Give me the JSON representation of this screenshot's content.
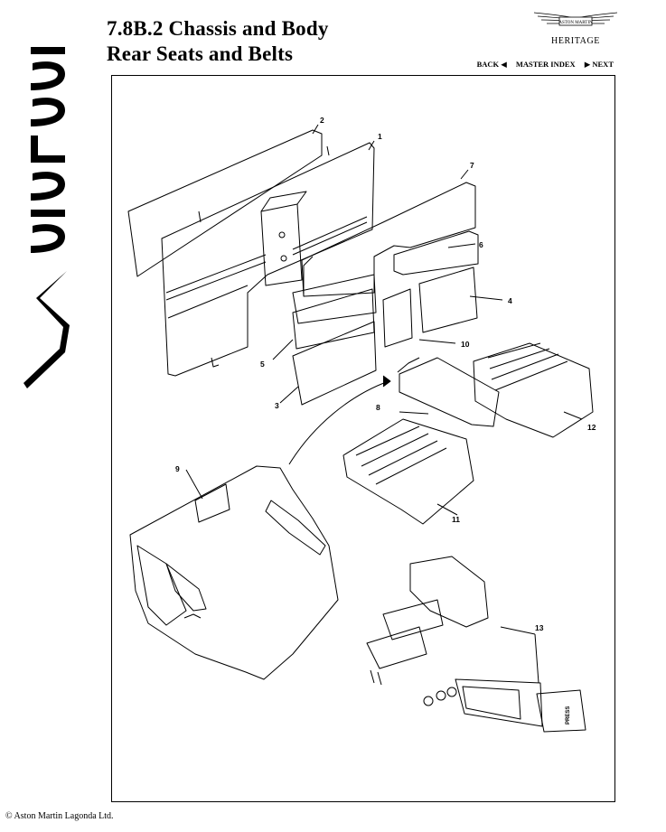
{
  "brand": {
    "script_wordmark": "Vantage"
  },
  "header": {
    "title_line1": "7.8B.2 Chassis and Body",
    "title_line2": "Rear Seats and Belts",
    "logo_text": "ASTON MARTIN",
    "heritage": "HERITAGE"
  },
  "nav": {
    "back_label": "BACK",
    "back_arrow": "◀",
    "index_label": "MASTER INDEX",
    "next_arrow": "▶",
    "next_label": "NEXT"
  },
  "diagram": {
    "callouts": [
      "1",
      "2",
      "3",
      "4",
      "5",
      "6",
      "7",
      "8",
      "9",
      "10",
      "11",
      "12",
      "13"
    ],
    "press_label": "PRESS"
  },
  "footer": {
    "copyright": "© Aston Martin Lagonda Ltd."
  }
}
